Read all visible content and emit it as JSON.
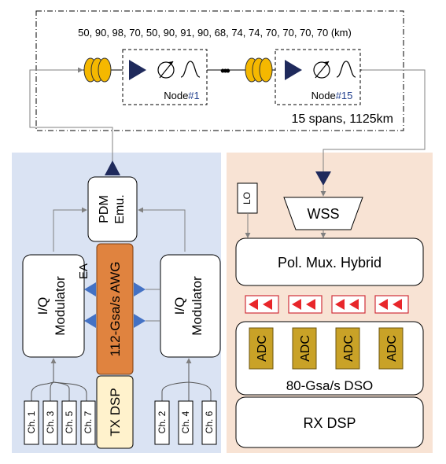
{
  "link": {
    "span_lengths": "50, 90, 98, 70, 50, 90, 91, 90, 68, 74, 74, 70, 70, 70, 70 (km)",
    "ellipsis": "•••",
    "node1": {
      "prefix": "Node",
      "num": "#1"
    },
    "node15": {
      "prefix": "Node",
      "num": "#15"
    },
    "summary": "15 spans, 1125km"
  },
  "tx": {
    "pdm_line1": "PDM",
    "pdm_line2": "Emu.",
    "awg": "112-Gsa/s AWG",
    "iq_line1": "I/Q",
    "iq_line2": "Modulator",
    "ea": "EA",
    "dsp": "TX DSP",
    "channels_left": [
      "Ch. 1",
      "Ch. 3",
      "Ch. 5",
      "Ch. 7"
    ],
    "channels_right": [
      "Ch. 2",
      "Ch. 4",
      "Ch. 6"
    ]
  },
  "rx": {
    "lo": "LO",
    "wss": "WSS",
    "hybrid": "Pol. Mux. Hybrid",
    "adc": "ADC",
    "dso": "80-Gsa/s DSO",
    "dsp": "RX DSP"
  },
  "colors": {
    "tx_panel": "#dae3f3",
    "rx_panel": "#f8e3d4",
    "awg": "#e0833f",
    "tx_dsp": "#fff2cc",
    "adc": "#c9a227",
    "amplifier": "#1f2a5c",
    "ea_triangle": "#4472c4",
    "fiber_coil": "#f5b800",
    "photodiode": "#e8262a",
    "node_num": "#1f3d8c"
  }
}
